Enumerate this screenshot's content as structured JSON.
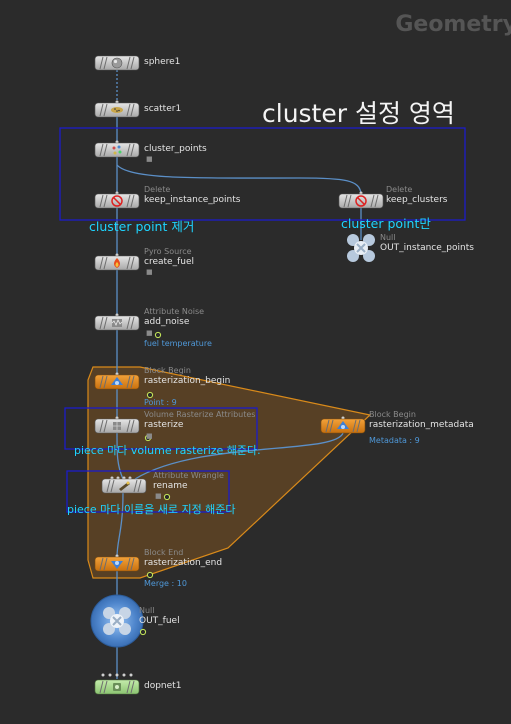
{
  "network": {
    "context_label": "Geometry"
  },
  "annotations": {
    "cluster_region": "cluster 설정 영역",
    "cluster_point_remove": "cluster point 제거",
    "cluster_point_only": "cluster point만",
    "piece_rasterize": "piece 마다 volume rasterize 해준다.",
    "piece_rename": "piece 마다 이름을 새로 지정 해준다"
  },
  "nodes": {
    "sphere1": {
      "name": "sphere1"
    },
    "scatter1": {
      "name": "scatter1"
    },
    "cluster_points": {
      "name": "cluster_points"
    },
    "keep_instance_points": {
      "type": "Delete",
      "name": "keep_instance_points"
    },
    "keep_clusters": {
      "type": "Delete",
      "name": "keep_clusters"
    },
    "out_instance_points": {
      "type": "Null",
      "name": "OUT_instance_points"
    },
    "create_fuel": {
      "type": "Pyro Source",
      "name": "create_fuel"
    },
    "add_noise": {
      "type": "Attribute Noise",
      "name": "add_noise",
      "sub": "fuel temperature"
    },
    "rasterization_begin": {
      "type": "Block Begin",
      "name": "rasterization_begin",
      "sub": "Point : 9"
    },
    "rasterize": {
      "type": "Volume Rasterize Attributes",
      "name": "rasterize"
    },
    "rasterization_metadata": {
      "type": "Block Begin",
      "name": "rasterization_metadata",
      "sub": "Metadata : 9"
    },
    "rename": {
      "type": "Attribute Wrangle",
      "name": "rename"
    },
    "rasterization_end": {
      "type": "Block End",
      "name": "rasterization_end",
      "sub": "Merge : 10"
    },
    "out_fuel": {
      "type": "Null",
      "name": "OUT_fuel"
    },
    "dopnet1": {
      "name": "dopnet1"
    }
  },
  "colors": {
    "background": "#2b2b2b",
    "node_gray": "#c9c9c9",
    "node_orange": "#e68a1a",
    "node_green": "#a6d98a",
    "wire": "#5b8fc7",
    "annotation_box": "#1c1cc8",
    "block_region": "#d98a1a",
    "annotation_text": "#1ed4ff"
  },
  "icons": {
    "sphere1": "sphere-icon",
    "scatter1": "scatter-icon",
    "cluster_points": "cluster-icon",
    "keep_instance_points": "delete-icon",
    "keep_clusters": "delete-icon",
    "create_fuel": "fire-icon",
    "add_noise": "noise-icon",
    "rasterization_begin": "block-begin-icon",
    "rasterize": "rasterize-icon",
    "rasterization_metadata": "block-begin-icon",
    "rename": "wrangle-icon",
    "rasterization_end": "block-end-icon",
    "dopnet1": "dopnet-icon"
  }
}
